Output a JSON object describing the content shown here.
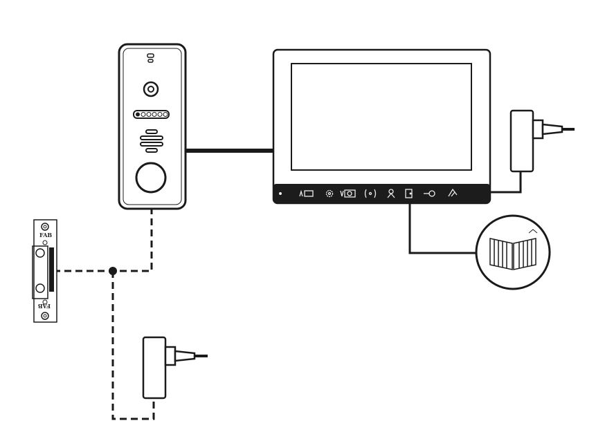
{
  "diagram": {
    "components": [
      "door-panel",
      "monitor",
      "monitor-power-adapter",
      "gate-motor",
      "electric-lock",
      "lock-power-adapter"
    ],
    "lock_labels": {
      "top": "FAB",
      "bottom": "FAB"
    },
    "colors": {
      "line": "#1a1a1a",
      "device_fill": "#ffffff",
      "monitor_bar": "#1c1c1c"
    },
    "connections": [
      {
        "from": "door-panel",
        "to": "monitor",
        "style": "solid"
      },
      {
        "from": "monitor",
        "to": "monitor-power-adapter",
        "style": "solid"
      },
      {
        "from": "monitor",
        "to": "gate-motor",
        "style": "solid"
      },
      {
        "from": "door-panel",
        "to": "electric-lock",
        "style": "dashed"
      },
      {
        "from": "electric-lock",
        "to": "lock-power-adapter",
        "style": "dashed"
      }
    ]
  }
}
